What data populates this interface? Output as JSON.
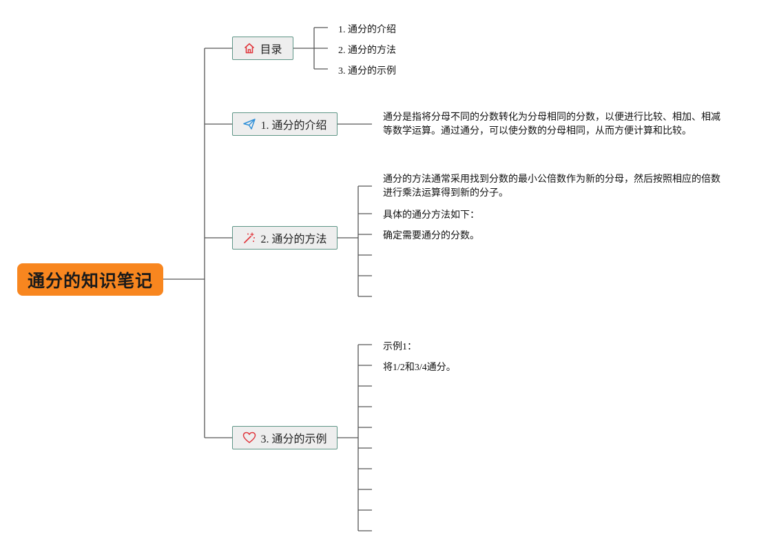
{
  "root": {
    "label": "通分的知识笔记"
  },
  "branches": [
    {
      "label": "目录",
      "icon": "home-icon",
      "icon_color": "#e0383e",
      "children": [
        "1. 通分的介绍",
        "2. 通分的方法",
        "3. 通分的示例"
      ]
    },
    {
      "label": "1. 通分的介绍",
      "icon": "paper-plane-icon",
      "icon_color": "#2f8fd8",
      "text": "通分是指将分母不同的分数转化为分母相同的分数，以便进行比较、相加、相减等数学运算。通过通分，可以使分数的分母相同，从而方便计算和比较。"
    },
    {
      "label": "2. 通分的方法",
      "icon": "magic-wand-icon",
      "icon_color": "#e0383e",
      "children": [
        "通分的方法通常采用找到分数的最小公倍数作为新的分母，然后按照相应的倍数进行乘法运算得到新的分子。",
        "具体的通分方法如下：",
        "确定需要通分的分数。",
        "",
        "",
        ""
      ]
    },
    {
      "label": "3. 通分的示例",
      "icon": "heart-icon",
      "icon_color": "#e0383e",
      "children": [
        "示例1：",
        "将1/2和3/4通分。",
        "",
        "",
        "",
        "",
        "",
        "",
        "",
        ""
      ]
    }
  ],
  "colors": {
    "root_fill": "#f8861f",
    "branch_fill": "#eeeeee",
    "branch_border": "#5c9485",
    "line": "#555555"
  }
}
